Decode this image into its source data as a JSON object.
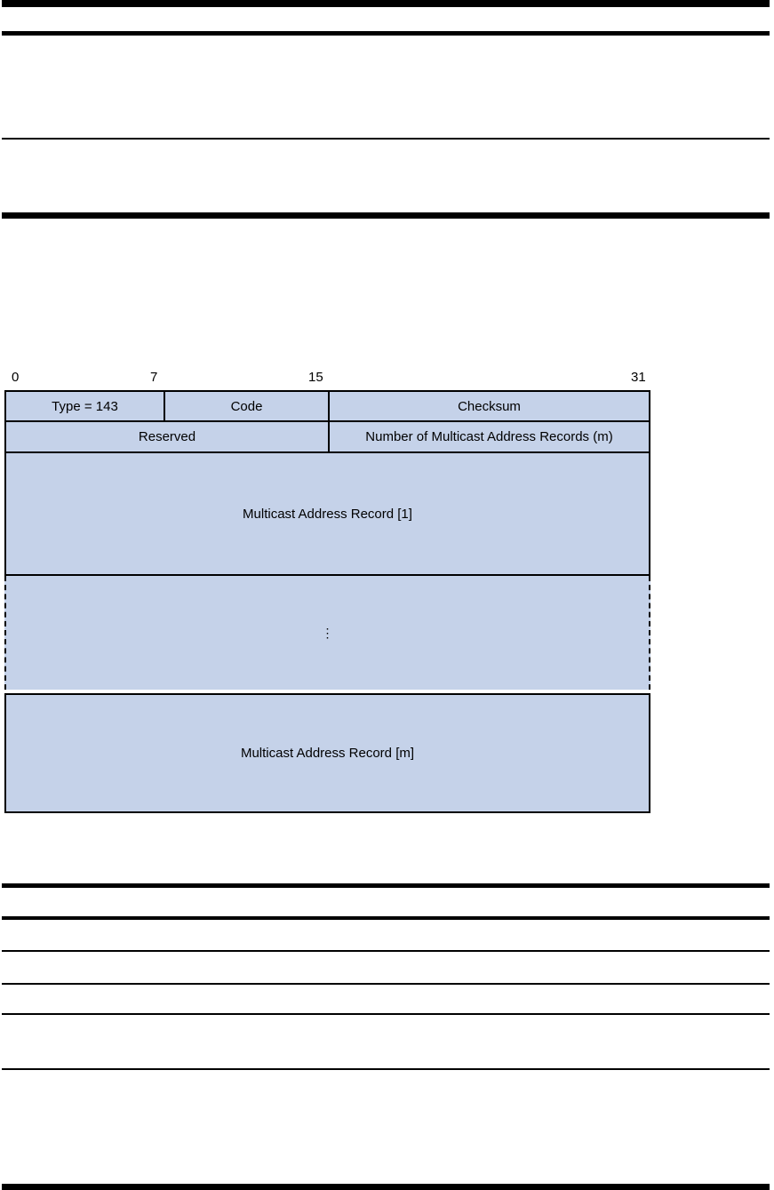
{
  "colors": {
    "field_fill": "#c5d2e9",
    "rule_and_border": "#000000",
    "page_background": "#ffffff"
  },
  "figure": {
    "bit_labels": [
      "0",
      "7",
      "15",
      "31"
    ],
    "rows": [
      {
        "fields": [
          {
            "label": "Type = 143"
          },
          {
            "label": "Code"
          },
          {
            "label": "Checksum"
          }
        ]
      },
      {
        "fields": [
          {
            "label": "Reserved"
          },
          {
            "label": "Number of Multicast Address Records (m)"
          }
        ]
      },
      {
        "fields": [
          {
            "label": "Multicast Address Record [1]"
          }
        ]
      },
      {
        "fields": [
          {
            "label": "⋮"
          }
        ]
      },
      {
        "fields": [
          {
            "label": "Multicast Address Record [m]"
          }
        ]
      }
    ]
  }
}
